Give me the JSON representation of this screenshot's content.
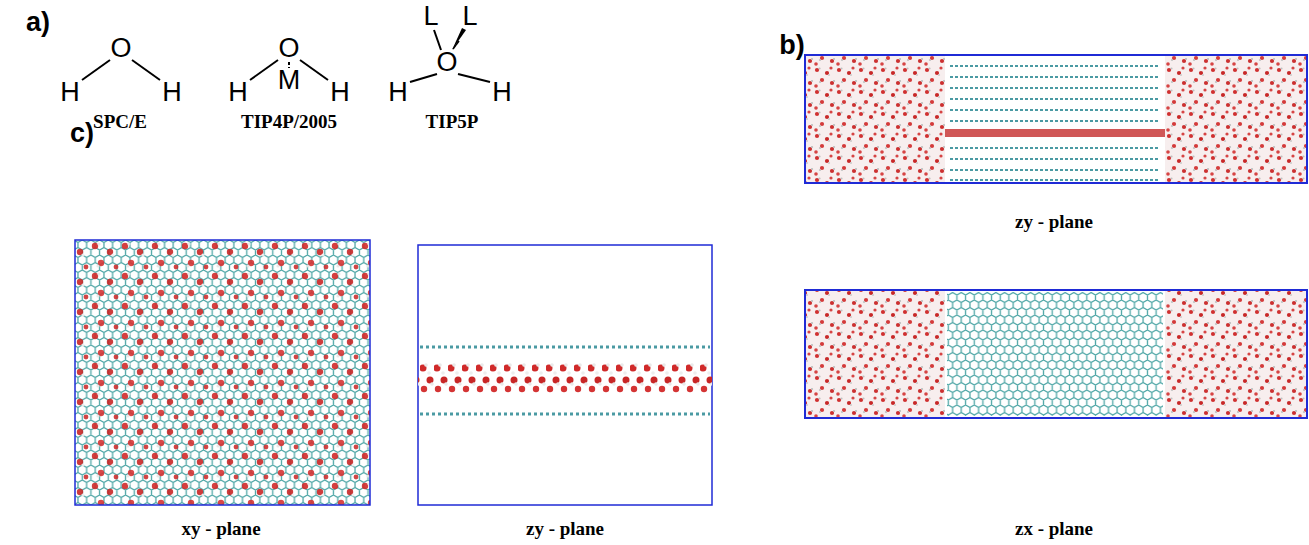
{
  "diagram": {
    "labels": [
      "a)",
      "b)",
      "c)",
      "O",
      "H",
      "H",
      "SPC/E",
      "O",
      "M",
      "H",
      "H",
      "TIP4P/2005",
      "L",
      "L",
      "O",
      "H",
      "H",
      "TIP5P",
      "zy - plane",
      "zx - plane",
      "xy - plane",
      "zy - plane"
    ]
  }
}
